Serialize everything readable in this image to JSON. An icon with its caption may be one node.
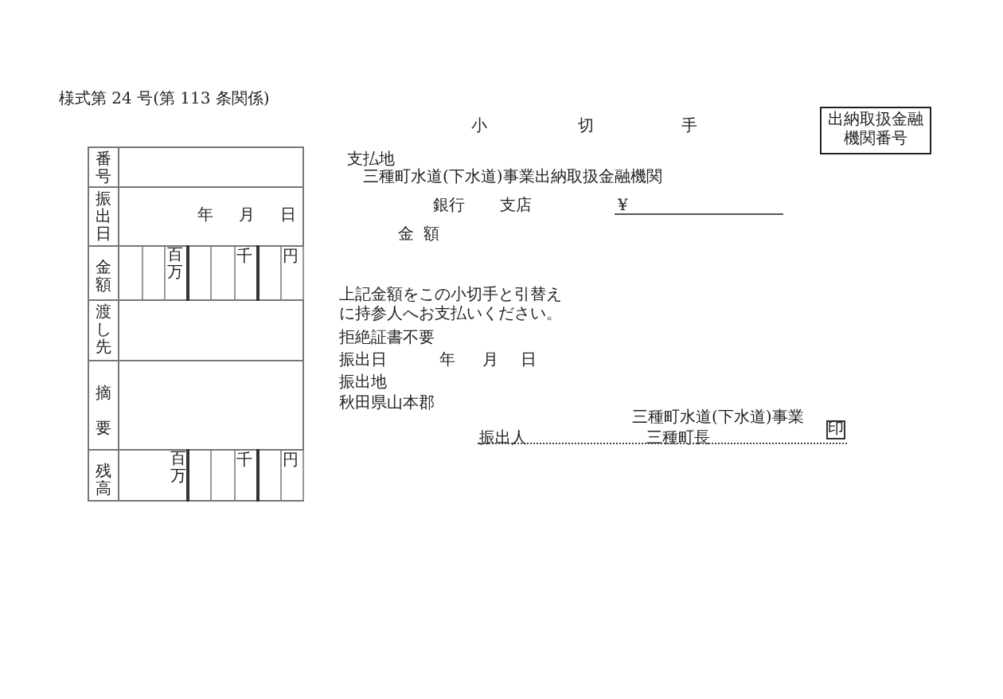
{
  "diagram": {
    "nodes": [
      {
        "text": [
          "出納取扱金融機関番号"
        ]
      },
      {
        "text": [
          "印"
        ]
      }
    ],
    "labels": [
      "様式第 24 号(第 113 条関係)",
      "小",
      "切",
      "手",
      "番号",
      "振出日",
      "年",
      "月",
      "日",
      "金額",
      "百万",
      "千",
      "円",
      "渡し先",
      "摘要",
      "残高",
      "百万",
      "千",
      "円",
      "支払地",
      "三種町水道(下水道)事業出納取扱金融機関",
      "銀行",
      "支店",
      "¥",
      "金額",
      "上記金額をこの小切手と引替えに持参人へお支払いください。",
      "拒絶証書不要",
      "振出日",
      "年",
      "月",
      "日",
      "振出地",
      "秋田県山本郡",
      "三種町水道(下水道)事業",
      "振出人",
      "三種町長"
    ]
  }
}
